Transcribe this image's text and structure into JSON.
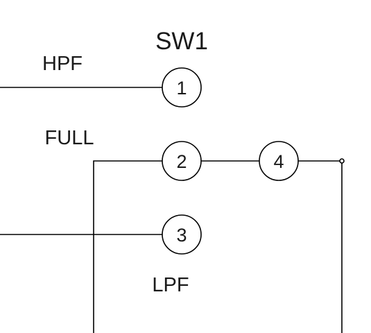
{
  "switch": {
    "name": "SW1"
  },
  "labels": {
    "hpf": "HPF",
    "full": "FULL",
    "lpf": "LPF"
  },
  "terminals": [
    {
      "id": "t1",
      "number": "1"
    },
    {
      "id": "t2",
      "number": "2"
    },
    {
      "id": "t3",
      "number": "3"
    },
    {
      "id": "t4",
      "number": "4"
    }
  ],
  "colors": {
    "line": "#000000",
    "text": "#1a1a1a",
    "background": "#ffffff"
  }
}
